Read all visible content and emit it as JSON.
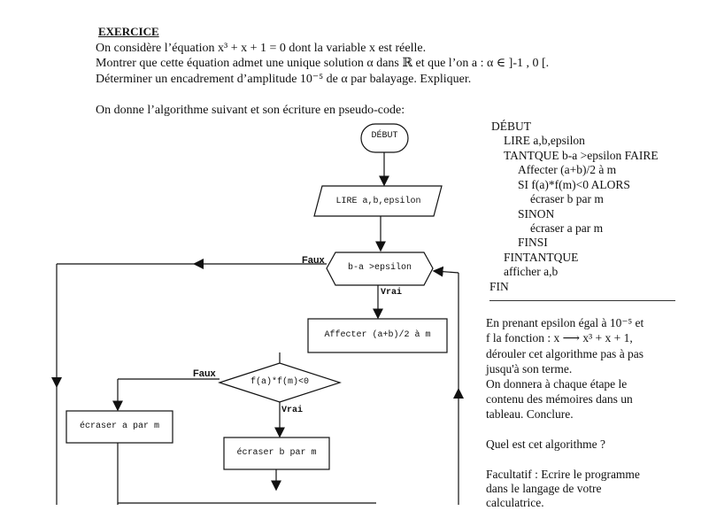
{
  "exercise": {
    "title": "EXERCICE",
    "line1": "On considère l’équation x³ + x + 1 = 0 dont la variable x est réelle.",
    "line2": "Montrer que cette équation admet une unique solution α dans ℝ et que l’on a : α ∈ ]-1 , 0 [.",
    "line3": "Déterminer un encadrement d’amplitude 10⁻⁵ de α par balayage. Expliquer.",
    "algo_intro": "On donne l’algorithme suivant  et son écriture en pseudo-code:"
  },
  "flowchart": {
    "start": "DÉBUT",
    "read": "LIRE a,b,epsilon",
    "loop_condition": "b-a >epsilon",
    "false_label_1": "Faux",
    "true_label_1": "Vrai",
    "assign": "Affecter (a+b)/2 à m",
    "if_condition": "f(a)*f(m)<0",
    "false_label_2": "Faux",
    "true_label_2": "Vrai",
    "replace_a": "écraser a par m",
    "replace_b": "écraser b par m"
  },
  "pseudocode": {
    "lines": [
      "DÉBUT",
      "LIRE a,b,epsilon",
      "TANTQUE b-a >epsilon FAIRE",
      "Affecter (a+b)/2 à m",
      "SI f(a)*f(m)<0 ALORS",
      "écraser b par m",
      "SINON",
      "écraser a par m",
      "FINSI",
      "FINTANTQUE",
      "afficher a,b",
      "FIN"
    ]
  },
  "instructions": {
    "lines": [
      "En prenant epsilon égal à 10⁻⁵ et",
      "f la fonction : x ⟶ x³ + x + 1,",
      "dérouler cet algorithme pas à pas",
      "jusqu'à son terme.",
      "On donnera à chaque étape le",
      "contenu des mémoires dans un",
      "tableau. Conclure."
    ],
    "question": "Quel est cet algorithme ?",
    "optional_1": "Facultatif : Ecrire le programme",
    "optional_2": "dans le langage de votre",
    "optional_3": "calculatrice."
  }
}
